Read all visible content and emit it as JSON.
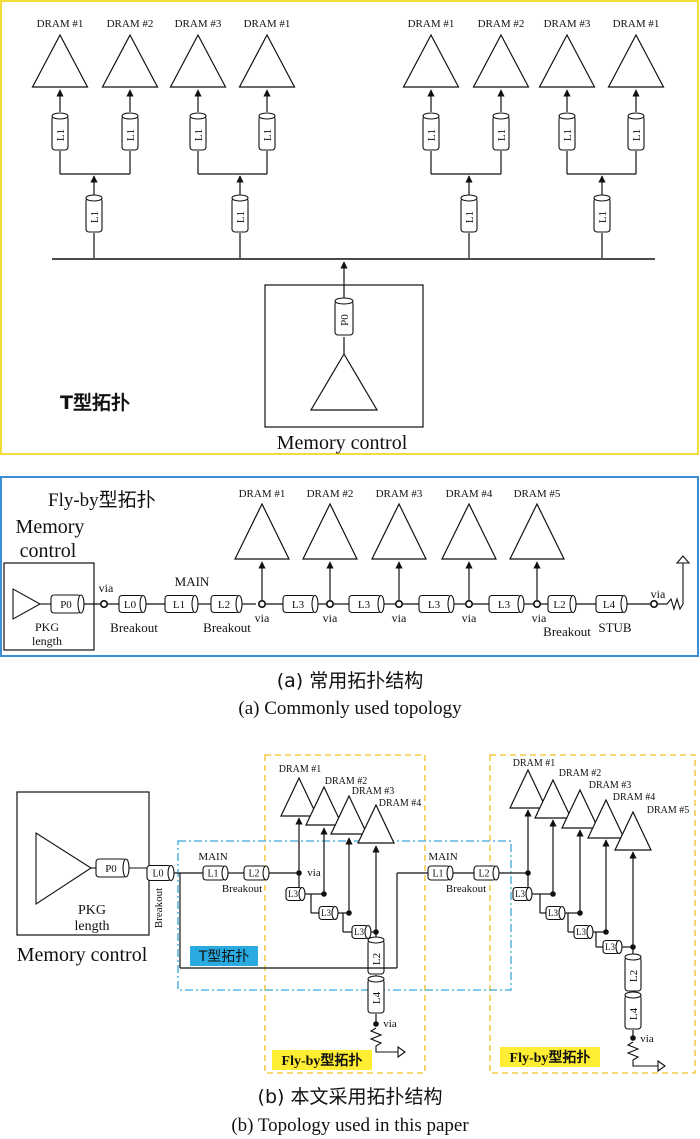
{
  "colors": {
    "frame_a_border": "#f2dd3a",
    "frame_b_border": "#3d8fd1",
    "yellow_box_border": "#f0c020",
    "tbox_border": "#39a7d9",
    "t_label_fill": "#29aae1",
    "flyby_label_fill": "#ffee33"
  },
  "section_a": {
    "title": "T型拓扑",
    "controller_label": "Memory control",
    "controller_line": "P0",
    "dram_labels": [
      "DRAM #1",
      "DRAM #2",
      "DRAM #3",
      "DRAM #1",
      "DRAM #1",
      "DRAM #2",
      "DRAM #3",
      "DRAM #1"
    ],
    "leaf_line": "L1",
    "branch_line": "L1"
  },
  "section_b": {
    "title": "Fly-by型拓扑",
    "controller_label_line1": "Memory",
    "controller_label_line2": "control",
    "pkg_line1": "PKG",
    "pkg_line2": "length",
    "p0": "P0",
    "dram_labels": [
      "DRAM #1",
      "DRAM #2",
      "DRAM #3",
      "DRAM #4",
      "DRAM #5"
    ],
    "segments": [
      "L0",
      "L1",
      "L2",
      "L3",
      "L3",
      "L3",
      "L3",
      "L2",
      "L4"
    ],
    "via": "via",
    "main": "MAIN",
    "breakout": "Breakout",
    "stub": "STUB"
  },
  "caption_a": {
    "zh": "(a) 常用拓扑结构",
    "en": "(a) Commonly used topology"
  },
  "section_c": {
    "controller_label": "Memory control",
    "pkg_line1": "PKG",
    "pkg_line2": "length",
    "p0": "P0",
    "l0": "L0",
    "l1": "L1",
    "l2": "L2",
    "l3": "L3",
    "l4": "L4",
    "main": "MAIN",
    "breakout": "Breakout",
    "via": "via",
    "t_label": "T型拓扑",
    "flyby_label": "Fly-by型拓扑",
    "left_dram_labels": [
      "DRAM #1",
      "DRAM #2",
      "DRAM #3",
      "DRAM #4"
    ],
    "right_dram_labels": [
      "DRAM #1",
      "DRAM #2",
      "DRAM #3",
      "DRAM #4",
      "DRAM #5"
    ]
  },
  "caption_b": {
    "zh": "(b) 本文采用拓扑结构",
    "en": "(b) Topology used in this paper"
  }
}
